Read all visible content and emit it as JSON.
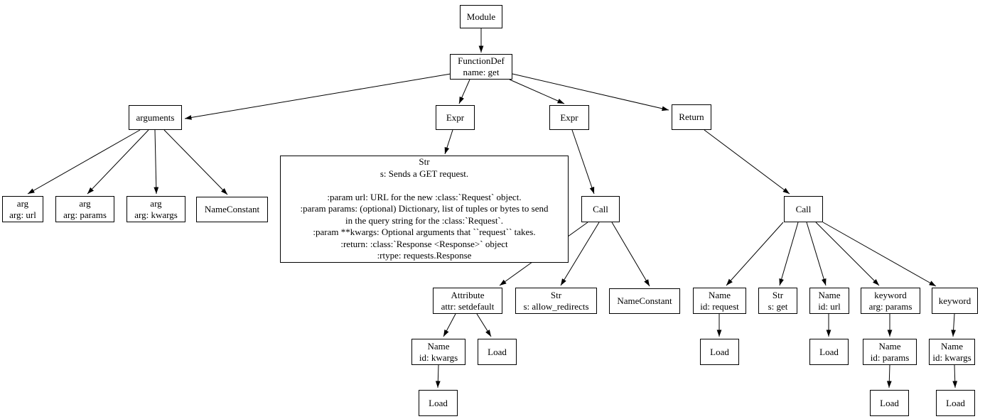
{
  "diagram": {
    "kind": "ast-tree",
    "background_color": "#ffffff",
    "node_border_color": "#000000",
    "edge_color": "#000000",
    "text_color": "#000000"
  },
  "nodes": {
    "module": {
      "label": "Module"
    },
    "functiondef": {
      "label": "FunctionDef\nname: get"
    },
    "arguments": {
      "label": "arguments"
    },
    "expr_docstring": {
      "label": "Expr"
    },
    "expr_call": {
      "label": "Expr"
    },
    "return": {
      "label": "Return"
    },
    "arg_url": {
      "label": "arg\narg: url"
    },
    "arg_params": {
      "label": "arg\narg: params"
    },
    "arg_kwargs": {
      "label": "arg\narg: kwargs"
    },
    "nameconstant_default": {
      "label": "NameConstant"
    },
    "docstring": {
      "label": "Str\ns: Sends a GET request.\n\n:param url: URL for the new :class:`Request` object.\n:param params: (optional) Dictionary, list of tuples or bytes to send\nin the query string for the :class:`Request`.\n:param **kwargs: Optional arguments that ``request`` takes.\n:return: :class:`Response <Response>` object\n:rtype: requests.Response"
    },
    "call_setdefault": {
      "label": "Call"
    },
    "call_request": {
      "label": "Call"
    },
    "attribute_setdefault": {
      "label": "Attribute\nattr: setdefault"
    },
    "str_allow_redirects": {
      "label": "Str\ns: allow_redirects"
    },
    "nameconstant_true": {
      "label": "NameConstant"
    },
    "name_kwargs_left": {
      "label": "Name\nid: kwargs"
    },
    "load_attribute": {
      "label": "Load"
    },
    "load_kwargs_left": {
      "label": "Load"
    },
    "name_request": {
      "label": "Name\nid: request"
    },
    "str_get": {
      "label": "Str\ns: get"
    },
    "name_url": {
      "label": "Name\nid: url"
    },
    "keyword_params": {
      "label": "keyword\narg: params"
    },
    "keyword_kwargs": {
      "label": "keyword"
    },
    "load_request": {
      "label": "Load"
    },
    "load_url": {
      "label": "Load"
    },
    "name_params": {
      "label": "Name\nid: params"
    },
    "name_kwargs_right": {
      "label": "Name\nid: kwargs"
    },
    "load_params": {
      "label": "Load"
    },
    "load_kwargs_right": {
      "label": "Load"
    }
  }
}
